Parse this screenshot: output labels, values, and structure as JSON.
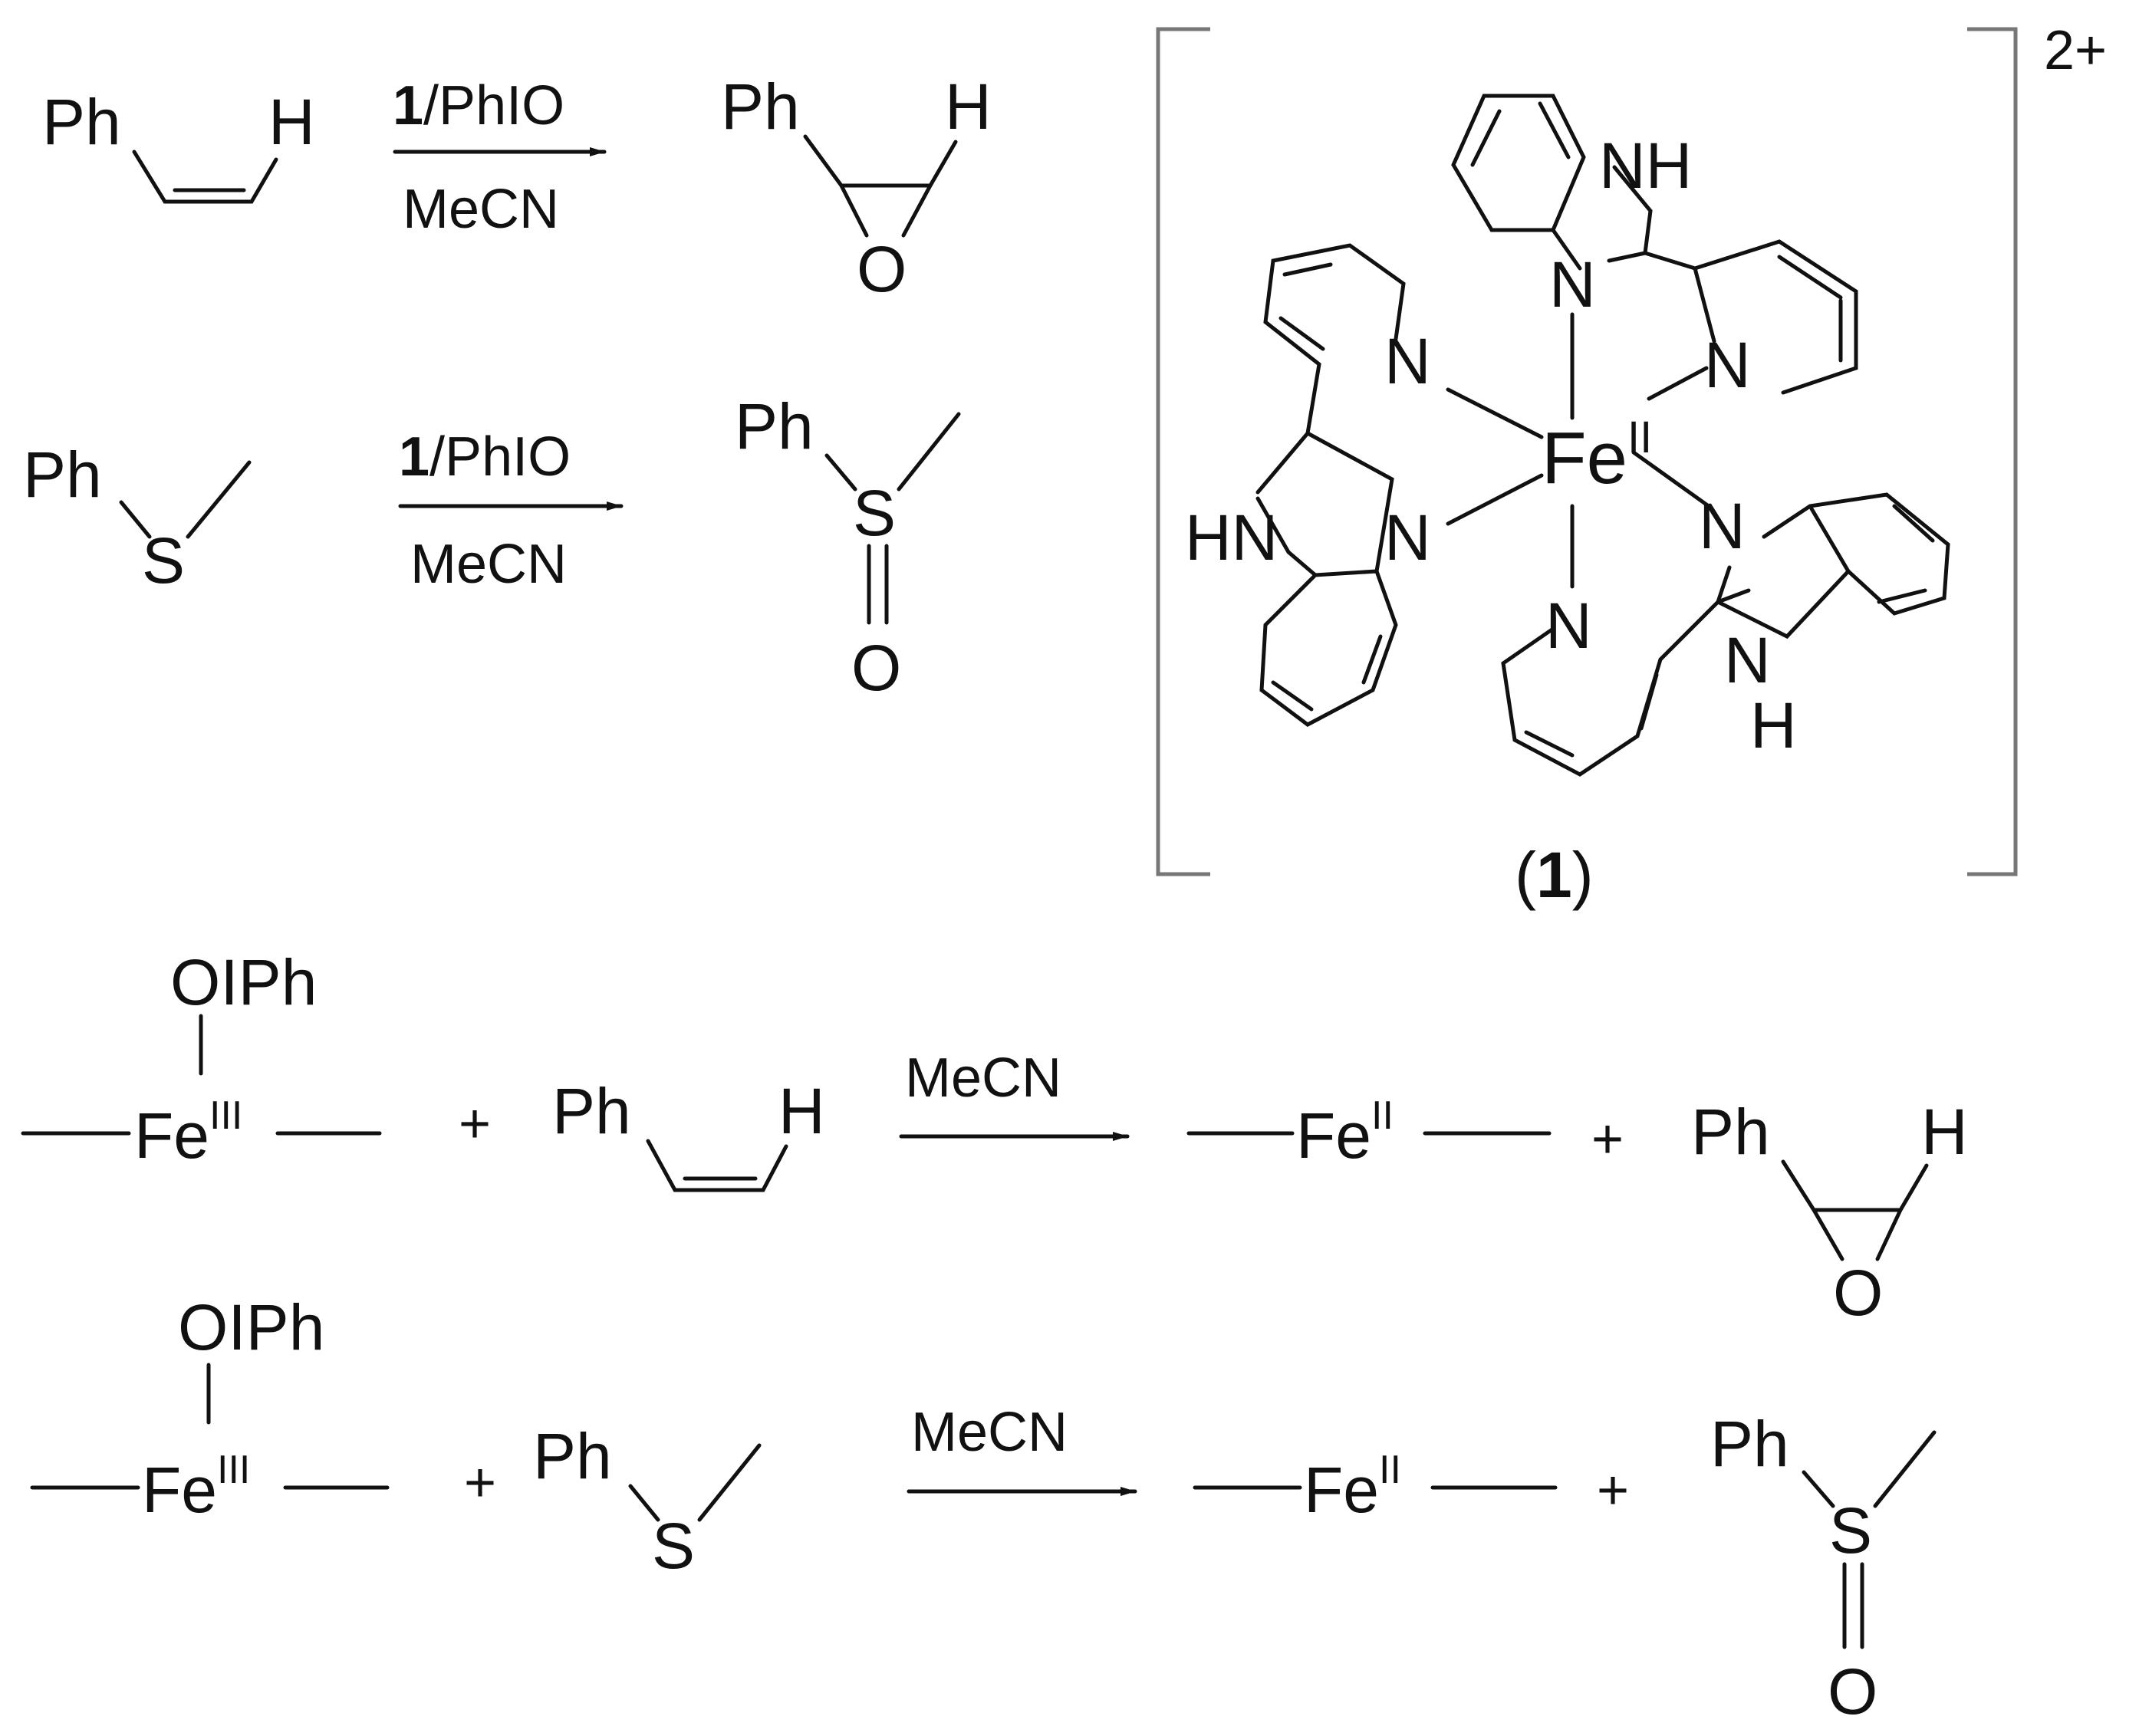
{
  "reactions": {
    "top_1": {
      "reactant_ph": "Ph",
      "reactant_h": "H",
      "reagent_bold": "1",
      "reagent_rest": "/PhIO",
      "solvent": "MeCN",
      "product_ph": "Ph",
      "product_h": "H",
      "product_o": "O"
    },
    "top_2": {
      "reactant_ph": "Ph",
      "reactant_s": "S",
      "reagent_bold": "1",
      "reagent_rest": "/PhIO",
      "solvent": "MeCN",
      "product_ph": "Ph",
      "product_s": "S",
      "product_o": "O"
    },
    "bottom_1": {
      "oiph": "OIPh",
      "fe": "Fe",
      "fe_ox": "III",
      "plus1": "+",
      "reactant_ph": "Ph",
      "reactant_h": "H",
      "solvent": "MeCN",
      "fe2": "Fe",
      "fe2_ox": "II",
      "plus2": "+",
      "product_ph": "Ph",
      "product_h": "H",
      "product_o": "O"
    },
    "bottom_2": {
      "oiph": "OIPh",
      "fe": "Fe",
      "fe_ox": "III",
      "plus1": "+",
      "reactant_ph": "Ph",
      "reactant_s": "S",
      "solvent": "MeCN",
      "fe2": "Fe",
      "fe2_ox": "II",
      "plus2": "+",
      "product_ph": "Ph",
      "product_s": "S",
      "product_o": "O"
    }
  },
  "complex": {
    "charge": "2+",
    "metal": "Fe",
    "metal_ox": "II",
    "n_top": "N",
    "nh_top": "NH",
    "n_top_py": "N",
    "n_left_py": "N",
    "n_left_im": "N",
    "hn_left": "HN",
    "n_right_im": "N",
    "n_bottom_py": "N",
    "n_bottom_im": "N",
    "h_bottom": "H",
    "label_open": "(",
    "label_num": "1",
    "label_close": ")"
  }
}
